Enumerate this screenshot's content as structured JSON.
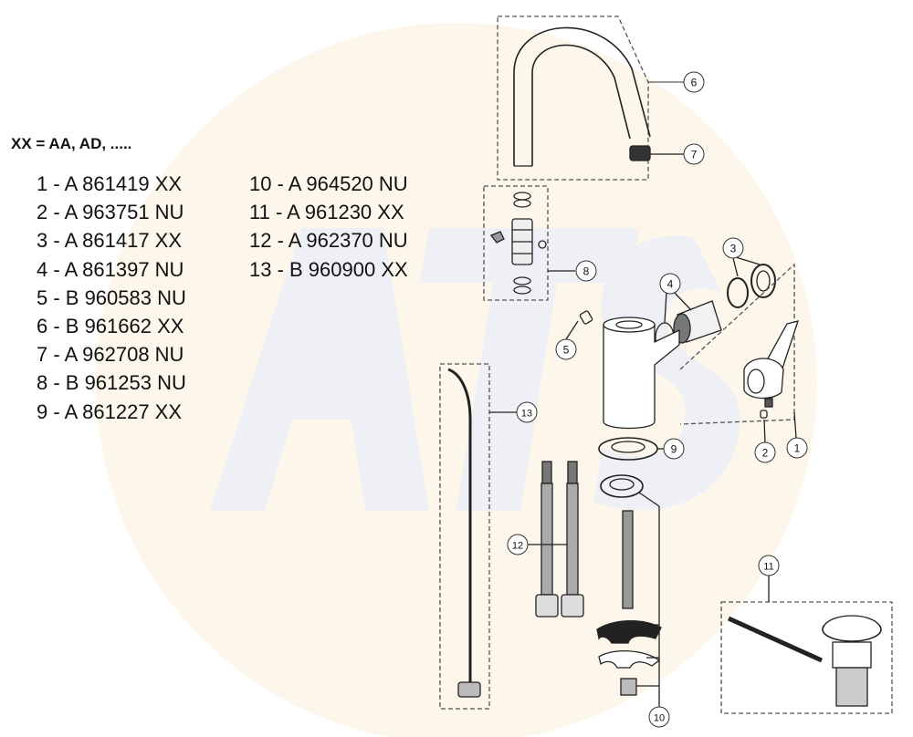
{
  "note": "XX = AA, AD, .....",
  "parts_col1": [
    "1 - A 861419 XX",
    "2 - A 963751 NU",
    "3 - A 861417 XX",
    "4 - A 861397 NU",
    "5 - B 960583 NU",
    "6 - B 961662 XX",
    "7 - A 962708 NU",
    "8 - B 961253 NU",
    "9 - A 861227 XX"
  ],
  "parts_col2": [
    "10 - A 964520 NU",
    "11 - A 961230 XX",
    "12 - A 962370 NU",
    "13 - B 960900 XX"
  ],
  "callouts": [
    "1",
    "2",
    "3",
    "4",
    "5",
    "6",
    "7",
    "8",
    "9",
    "10",
    "11",
    "12",
    "13"
  ]
}
